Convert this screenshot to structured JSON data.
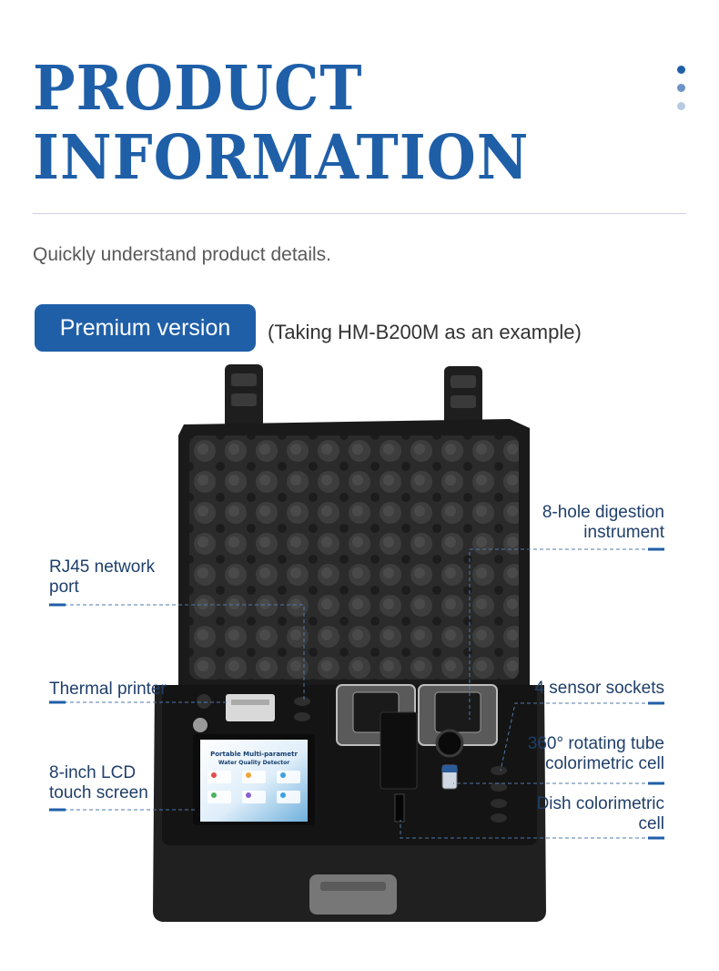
{
  "header": {
    "title_line1": "PRODUCT",
    "title_line2": "INFORMATION",
    "dots": [
      "#1f5fa8",
      "#6d94c6",
      "#b8cbe3"
    ]
  },
  "subtitle": "Quickly understand product details.",
  "badge": {
    "label": "Premium version",
    "note": "(Taking HM-B200M as an example)"
  },
  "colors": {
    "accent": "#1f5fa8",
    "label_text": "#1f3f6a"
  },
  "device": {
    "screen_line1": "Portable Multi-parametr",
    "screen_line2": "Water Quality Detector"
  },
  "callouts": {
    "rj45": [
      "RJ45 network",
      "port"
    ],
    "printer": [
      "Thermal printer"
    ],
    "lcd": [
      "8-inch LCD",
      "touch screen"
    ],
    "digestion": [
      "8-hole digestion",
      "instrument"
    ],
    "sockets": [
      "4 sensor sockets"
    ],
    "rotating": [
      "360° rotating tube",
      "colorimetric cell"
    ],
    "dish": [
      "Dish colorimetric",
      "cell"
    ]
  }
}
